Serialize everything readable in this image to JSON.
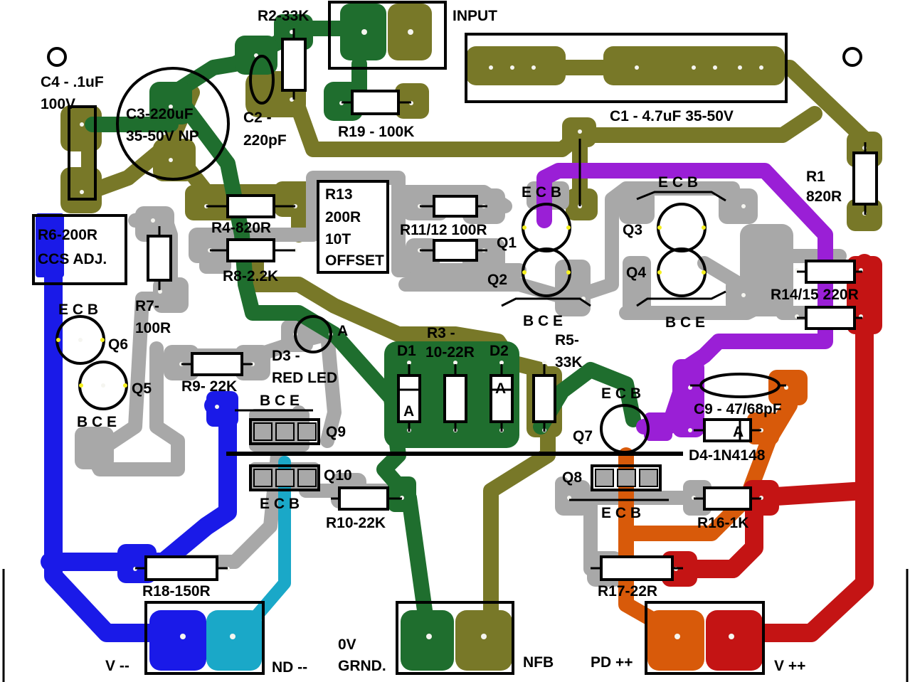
{
  "colors": {
    "background": "#ffffff",
    "olive": "#787828",
    "green": "#1f6e2e",
    "grey": "#a8a8a8",
    "purple": "#9a1fd6",
    "blue": "#1a1ae8",
    "cyan": "#1aa8c8",
    "red": "#c41414",
    "orange": "#d85a0a",
    "pad_hole": "#f5f5f0",
    "dot_yellow": "#f5f020"
  },
  "labels": {
    "r2": "R2-33K",
    "input": "INPUT",
    "c4_a": "C4 - .1uF",
    "c4_b": "100V",
    "c3_a": "C3-220uF",
    "c3_b": "35-50V NP",
    "c2_a": "C2 -",
    "c2_b": "220pF",
    "r19": "R19 - 100K",
    "c1": "C1 - 4.7uF 35-50V",
    "r1_a": "R1",
    "r1_b": "820R",
    "r13_a": "R13",
    "r13_b": "200R",
    "r13_c": "10T",
    "r13_d": "OFFSET",
    "r11": "R11/12 100R",
    "q1": "Q1",
    "q2": "Q2",
    "q3": "Q3",
    "q4": "Q4",
    "ecb_q1": "E C B",
    "bce_q2": "B C E",
    "ecb_q3": "E C B",
    "bce_q4": "B C E",
    "r6_a": "R6-200R",
    "r6_b": "CCS ADJ.",
    "r4": "R4-820R",
    "r8": "R8-2.2K",
    "r7_a": "R7-",
    "r7_b": "100R",
    "r14": "R14/15 220R",
    "ecb_q6": "E C B",
    "q6": "Q6",
    "q5": "Q5",
    "bce_q5": "B C E",
    "a_led": "A",
    "d3_a": "D3 -",
    "d3_b": "RED LED",
    "r3_a": "R3 -",
    "r3_b": "10-22R",
    "d1": "D1",
    "d2": "D2",
    "a_d1": "A",
    "a_d2": "A",
    "r5_a": "R5-",
    "r5_b": "33K",
    "r9": "R9- 22K",
    "bce_q9": "B C E",
    "q9": "Q9",
    "q10": "Q10",
    "ecb_q10": "E C B",
    "r10": "R10-22K",
    "ecb_q7": "E C B",
    "q7": "Q7",
    "c9": "C9 - 47/68pF",
    "a_d4": "A",
    "d4": "D4-1N4148",
    "q8": "Q8",
    "ecb_q8": "E C B",
    "r16": "R16-1K",
    "r17": "R17-22R",
    "r18": "R18-150R",
    "v_minus": "V --",
    "nd_minus": "ND --",
    "zero_v": "0V",
    "grnd": "GRND.",
    "nfb": "NFB",
    "pd_plus": "PD ++",
    "v_plus": "V ++"
  }
}
